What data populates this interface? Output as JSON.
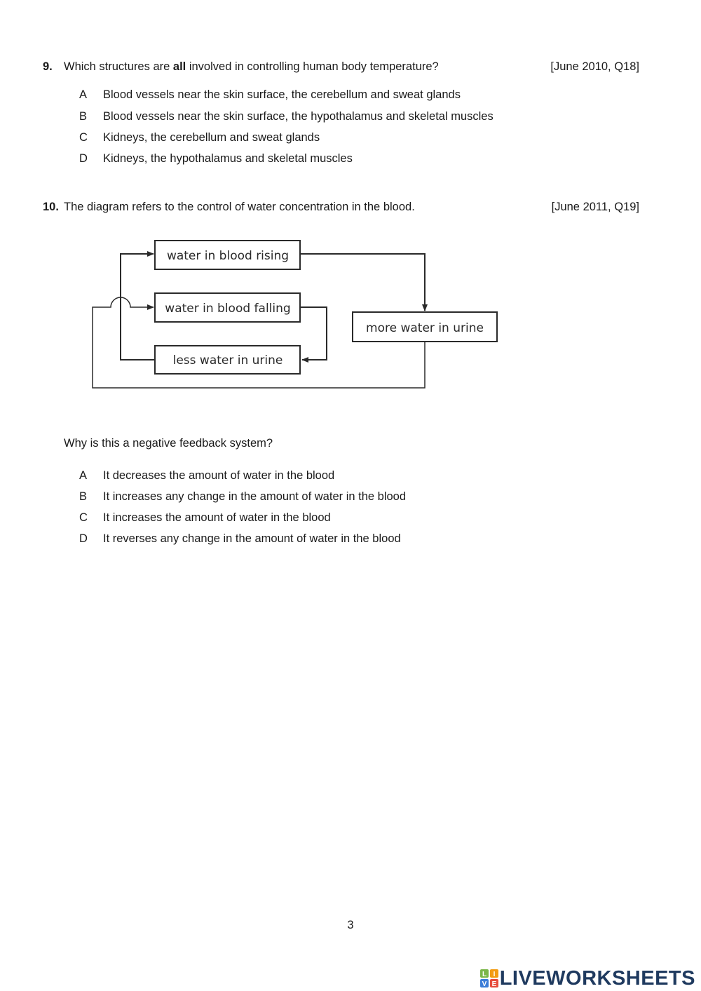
{
  "q9": {
    "number": "9.",
    "stem_before": "Which structures are ",
    "stem_bold": "all",
    "stem_after": " involved in controlling human body temperature?",
    "reference": "[June 2010, Q18]",
    "options": [
      {
        "letter": "A",
        "text": "Blood vessels near the skin surface, the cerebellum and sweat glands"
      },
      {
        "letter": "B",
        "text": "Blood vessels near the skin surface, the hypothalamus and skeletal muscles"
      },
      {
        "letter": "C",
        "text": "Kidneys, the cerebellum and sweat glands"
      },
      {
        "letter": "D",
        "text": "Kidneys, the hypothalamus and skeletal muscles"
      }
    ]
  },
  "q10": {
    "number": "10.",
    "stem": "The diagram refers to the control of water concentration in the blood.",
    "reference": "[June 2011, Q19]",
    "diagram": {
      "box_rising": "water in blood rising",
      "box_falling": "water in blood falling",
      "box_less": "less water in urine",
      "box_more": "more water in urine"
    },
    "question": "Why is this a negative feedback system?",
    "options": [
      {
        "letter": "A",
        "text": "It decreases the amount of water in the blood"
      },
      {
        "letter": "B",
        "text": "It increases any change in the amount of water in the blood"
      },
      {
        "letter": "C",
        "text": "It increases the amount of water in the blood"
      },
      {
        "letter": "D",
        "text": "It reverses any change in the amount of water in the blood"
      }
    ]
  },
  "page_number": "3",
  "logo": {
    "text": "LIVEWORKSHEETS",
    "icon_letters": [
      "L",
      "I",
      "V",
      "E"
    ],
    "colors": {
      "text": "#1f3a5f",
      "green": "#7ab648",
      "orange": "#f39c12",
      "blue": "#3b7dd8",
      "red": "#e74c3c"
    }
  }
}
